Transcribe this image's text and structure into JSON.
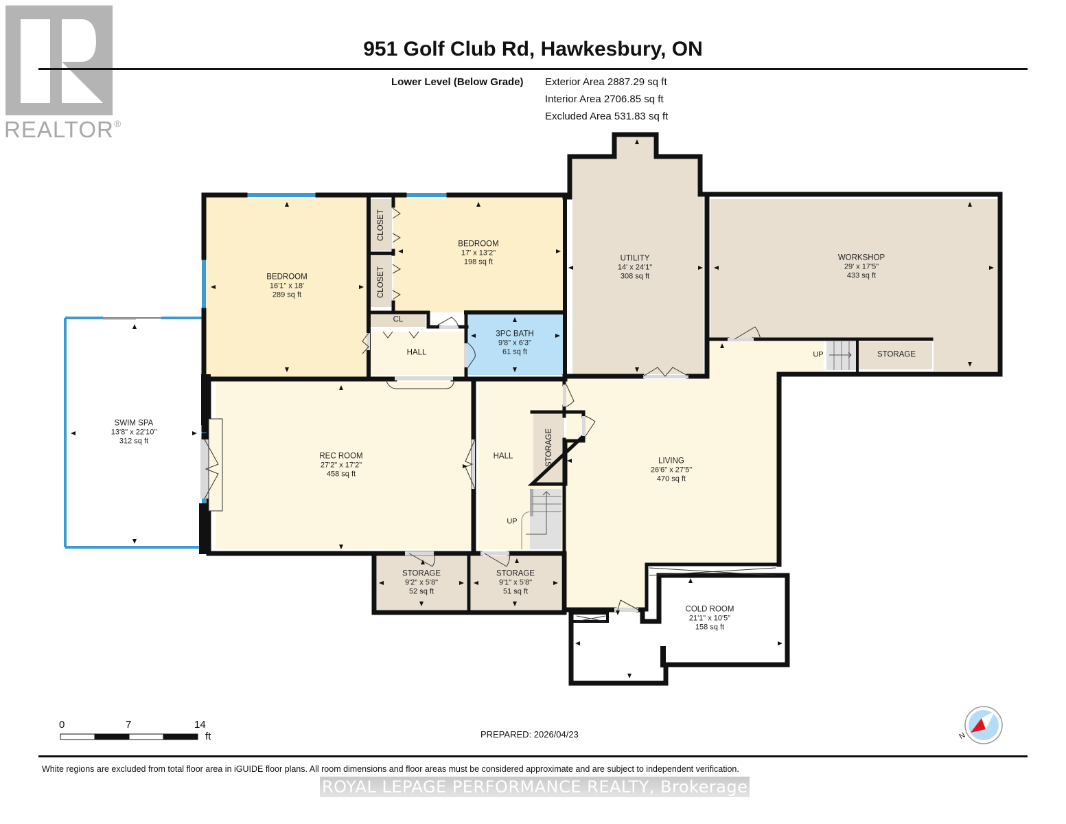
{
  "logo": {
    "letter": "R",
    "wordmark": "REALTOR",
    "registered": "®"
  },
  "header": {
    "title": "951 Golf Club Rd, Hawkesbury, ON",
    "level_name": "Lower Level (Below Grade)",
    "areas": [
      "Exterior Area 2887.29 sq ft",
      "Interior Area 2706.85 sq ft",
      "Excluded Area 531.83 sq ft"
    ]
  },
  "colors": {
    "wall": "#111111",
    "bedroom_fill": "#fcefc9",
    "living_fill": "#fdf6e0",
    "utility_fill": "#e8dfd0",
    "bath_fill": "#b9e0f7",
    "window": "#3d9bd0",
    "door_sill": "#d9d9d9",
    "excluded_fill": "#ffffff"
  },
  "rooms": [
    {
      "id": "bedroom-1",
      "name": "BEDROOM",
      "dims": "16'1\" x 18'",
      "area": "289 sq ft"
    },
    {
      "id": "bedroom-2",
      "name": "BEDROOM",
      "dims": "17' x 13'2\"",
      "area": "198 sq ft"
    },
    {
      "id": "closet-1",
      "name": "CLOSET"
    },
    {
      "id": "closet-2",
      "name": "CLOSET"
    },
    {
      "id": "cl",
      "name": "CL"
    },
    {
      "id": "hall-1",
      "name": "HALL"
    },
    {
      "id": "bath",
      "name": "3PC BATH",
      "dims": "9'8\" x 6'3\"",
      "area": "61 sq ft"
    },
    {
      "id": "utility",
      "name": "UTILITY",
      "dims": "14' x 24'1\"",
      "area": "308 sq ft"
    },
    {
      "id": "workshop",
      "name": "WORKSHOP",
      "dims": "29' x 17'5\"",
      "area": "433 sq ft"
    },
    {
      "id": "storage-workshop",
      "name": "STORAGE"
    },
    {
      "id": "swim-spa",
      "name": "SWIM SPA",
      "dims": "13'8\" x 22'10\"",
      "area": "312 sq ft"
    },
    {
      "id": "rec-room",
      "name": "REC ROOM",
      "dims": "27'2\" x 17'2\"",
      "area": "458 sq ft"
    },
    {
      "id": "hall-2",
      "name": "HALL"
    },
    {
      "id": "storage-hall",
      "name": "STORAGE"
    },
    {
      "id": "living",
      "name": "LIVING",
      "dims": "26'6\" x 27'5\"",
      "area": "470 sq ft"
    },
    {
      "id": "storage-1",
      "name": "STORAGE",
      "dims": "9'2\" x 5'8\"",
      "area": "52 sq ft"
    },
    {
      "id": "storage-2",
      "name": "STORAGE",
      "dims": "9'1\" x 5'8\"",
      "area": "51 sq ft"
    },
    {
      "id": "cold-room",
      "name": "COLD ROOM",
      "dims": "21'1\" x 10'5\"",
      "area": "158 sq ft"
    }
  ],
  "stairs": [
    {
      "id": "stairs-hall",
      "label": "UP"
    },
    {
      "id": "stairs-workshop",
      "label": "UP"
    }
  ],
  "scale_bar": {
    "ticks": [
      "0",
      "7",
      "14"
    ],
    "unit": "ft"
  },
  "prepared": "PREPARED: 2026/04/23",
  "compass": {
    "north_label": "N"
  },
  "footer": {
    "disclaimer": "White regions are excluded from total floor area in iGUIDE floor plans. All room dimensions and floor areas must be considered approximate and are subject to independent verification.",
    "watermark": "ROYAL LEPAGE PERFORMANCE REALTY, Brokerage"
  }
}
